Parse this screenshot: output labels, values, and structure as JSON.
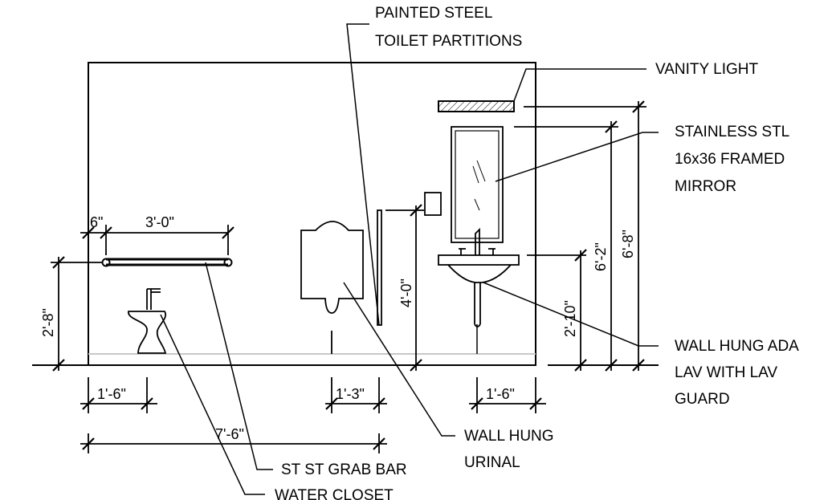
{
  "drawing": {
    "callouts": {
      "partitions": [
        "PAINTED STEEL",
        "TOILET PARTITIONS"
      ],
      "vanity_light": [
        "VANITY LIGHT"
      ],
      "mirror": [
        "STAINLESS STL",
        "16x36 FRAMED",
        "MIRROR"
      ],
      "lavatory": [
        "WALL HUNG ADA",
        "LAV WITH LAV",
        "GUARD"
      ],
      "urinal": [
        "WALL HUNG",
        "URINAL"
      ],
      "grab_bar": [
        "ST ST GRAB BAR"
      ],
      "water_closet": [
        "WATER CLOSET"
      ]
    },
    "dimensions": {
      "grab_bar_offset": "6\"",
      "grab_bar_length": "3'-0\"",
      "grab_bar_height": "2'-8\"",
      "wc_centerline": "1'-6\"",
      "urinal_centerline": "1'-3\"",
      "overall_width": "7'-6\"",
      "partition_height": "4'-0\"",
      "lav_centerline": "1'-6\"",
      "lav_height": "2'-10\"",
      "mirror_top_height": "6'-2\"",
      "light_height": "6'-8\""
    },
    "line_color": "#000000",
    "floor_color": "#c8c8c8"
  }
}
